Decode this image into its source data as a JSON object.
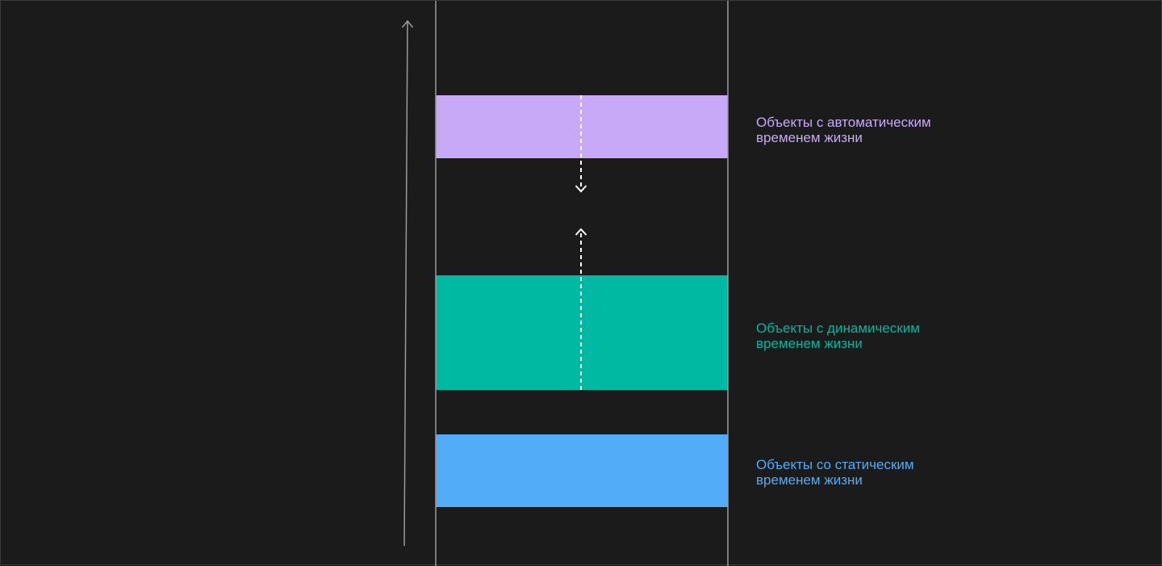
{
  "colors": {
    "background": "#1b1b1b",
    "automatic": "#c7a9f7",
    "dynamic": "#00b9a3",
    "static": "#52acf8",
    "lines": "#9a9a9a",
    "arrows": "#ffffff"
  },
  "regions": [
    {
      "id": "automatic",
      "label_line1": "Объекты с автоматическим",
      "label_line2": "временем жизни"
    },
    {
      "id": "dynamic",
      "label_line1": "Объекты с динамическим",
      "label_line2": "временем жизни"
    },
    {
      "id": "static",
      "label_line1": "Объекты со статическим",
      "label_line2": "временем жизни"
    }
  ]
}
